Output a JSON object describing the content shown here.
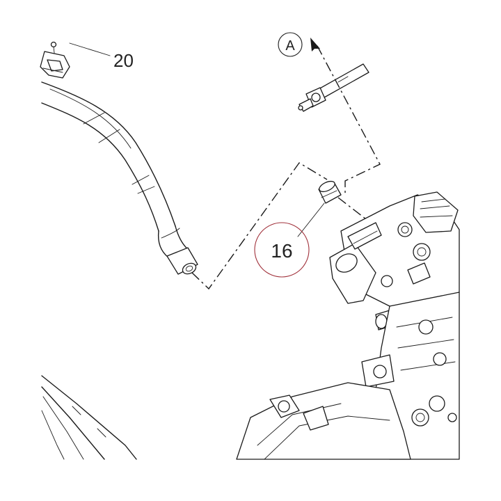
{
  "callouts": [
    {
      "id": "20",
      "text": "20"
    },
    {
      "id": "16",
      "text": "16"
    },
    {
      "id": "A",
      "text": "A"
    }
  ],
  "colors": {
    "line": "#1a1a1a",
    "highlight_circle": "#a0303a",
    "background": "#ffffff"
  }
}
